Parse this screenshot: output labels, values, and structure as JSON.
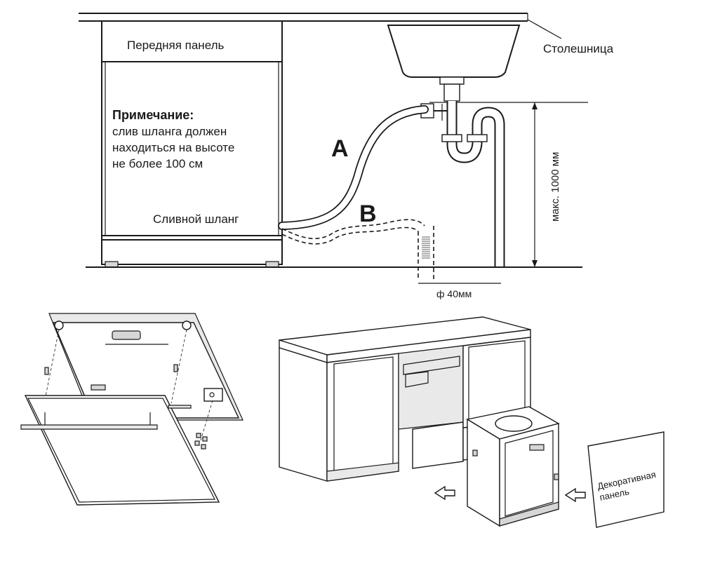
{
  "top_diagram": {
    "front_panel_label": "Передняя панель",
    "countertop_label": "Столешница",
    "note_title": "Примечание:",
    "note_lines": [
      "слив шланга должен",
      "находиться на высоте",
      "не более 100 см"
    ],
    "drain_hose_label": "Сливной шланг",
    "option_a": "A",
    "option_b": "B",
    "max_height_label": "макс. 1000 мм",
    "pipe_diameter_label": "ф 40мм"
  },
  "bottom_right": {
    "decorative_panel_label_line1": "Декоративная",
    "decorative_panel_label_line2": "панель"
  }
}
